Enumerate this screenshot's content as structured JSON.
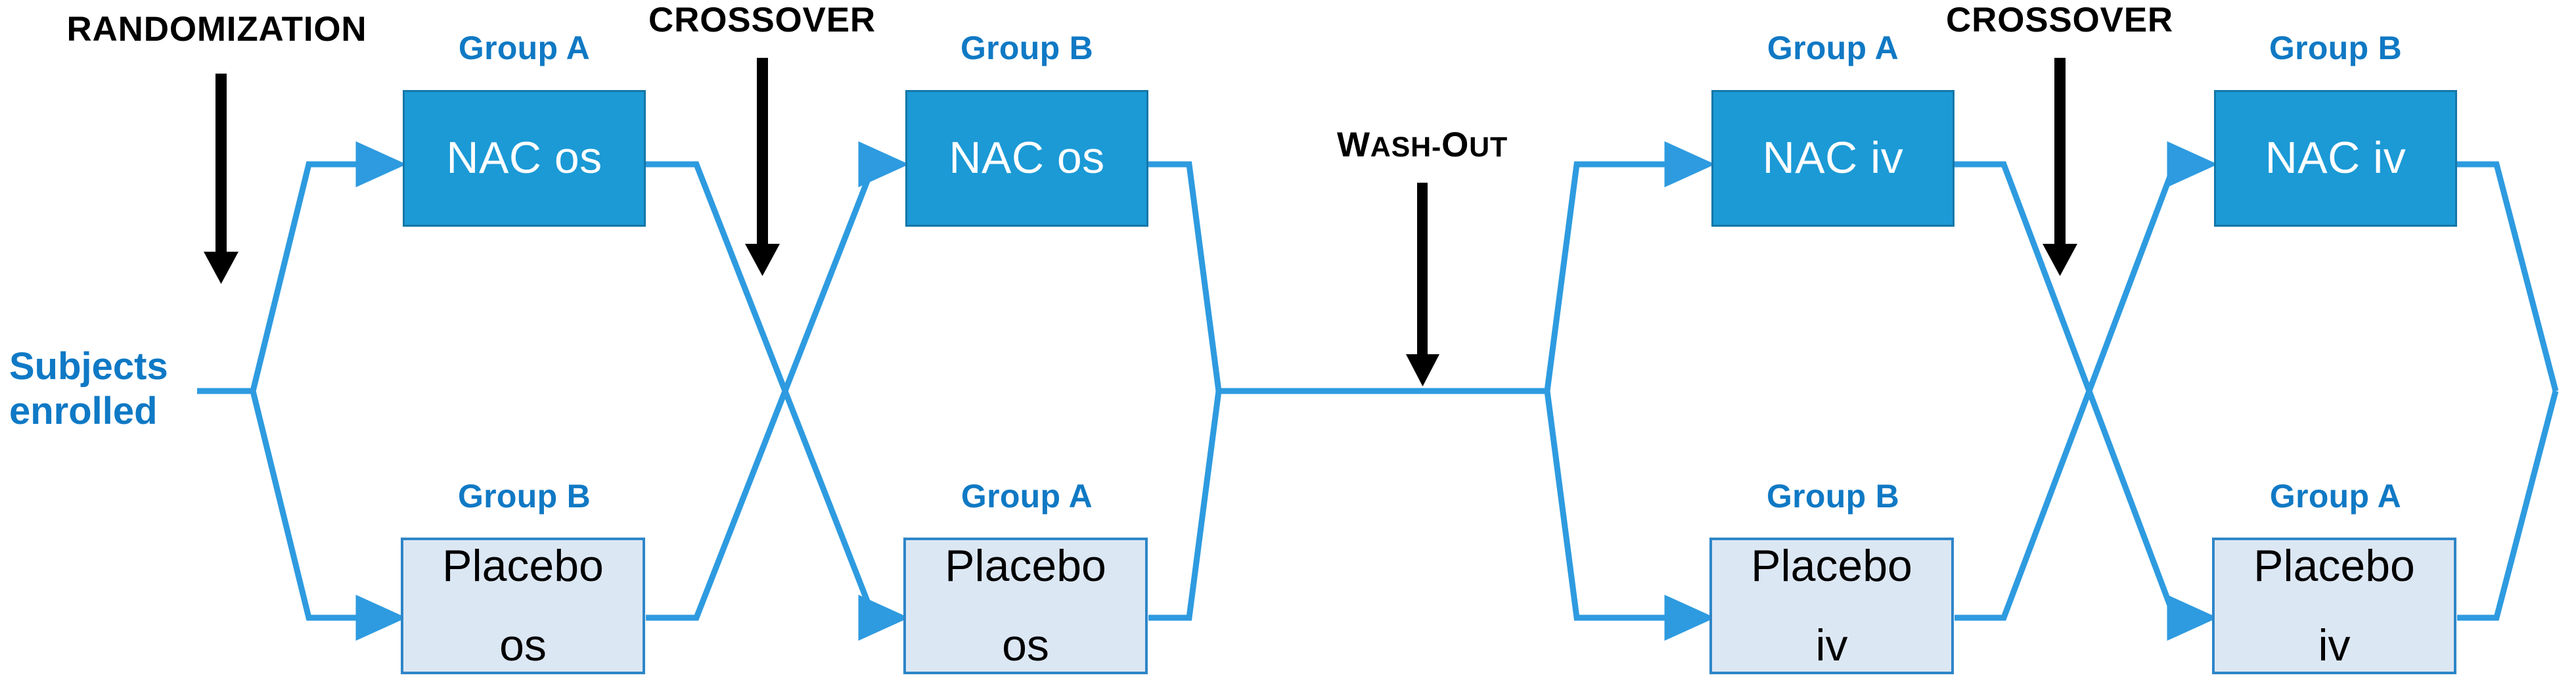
{
  "diagram": {
    "title": "Two-period two-arm crossover trial schema",
    "colors": {
      "nac_fill": "#1B9AD6",
      "nac_border": "#1577A8",
      "nac_text": "#FFFFFF",
      "placebo_fill": "#DCE7F4",
      "placebo_border": "#2E86C8",
      "placebo_text": "#000000",
      "group_label": "#1079C4",
      "connector": "#2E9BE0",
      "phase_label": "#000000",
      "enrolled_label": "#0F79C5",
      "background": "#FFFFFF"
    },
    "start_node": {
      "line1": "Subjects",
      "line2": "enrolled"
    },
    "phases": [
      {
        "name": "randomization",
        "label": "RANDOMIZATION",
        "style": "uppercase"
      },
      {
        "name": "crossover-1",
        "label": "CROSSOVER",
        "style": "uppercase"
      },
      {
        "name": "wash-out",
        "label": "WASH-OUT",
        "style": "small-caps",
        "small_caps_parts": [
          {
            "text": "W",
            "size": "big"
          },
          {
            "text": "ASH",
            "size": "small"
          },
          {
            "text": "-",
            "size": "small"
          },
          {
            "text": "O",
            "size": "big"
          },
          {
            "text": "UT",
            "size": "small"
          }
        ]
      },
      {
        "name": "crossover-2",
        "label": "CROSSOVER",
        "style": "uppercase"
      }
    ],
    "periods": [
      {
        "period": 1,
        "stage": "pre-crossover",
        "route": "os",
        "top": {
          "group": "Group A",
          "treatment": "NAC os",
          "line1": "NAC os",
          "line2": "",
          "kind": "nac"
        },
        "bottom": {
          "group": "Group B",
          "treatment": "Placebo os",
          "line1": "Placebo",
          "line2": "os",
          "kind": "placebo"
        }
      },
      {
        "period": 2,
        "stage": "post-crossover",
        "route": "os",
        "top": {
          "group": "Group B",
          "treatment": "NAC os",
          "line1": "NAC os",
          "line2": "",
          "kind": "nac"
        },
        "bottom": {
          "group": "Group A",
          "treatment": "Placebo os",
          "line1": "Placebo",
          "line2": "os",
          "kind": "placebo"
        }
      },
      {
        "period": 3,
        "stage": "pre-crossover",
        "route": "iv",
        "top": {
          "group": "Group A",
          "treatment": "NAC iv",
          "line1": "NAC iv",
          "line2": "",
          "kind": "nac"
        },
        "bottom": {
          "group": "Group B",
          "treatment": "Placebo iv",
          "line1": "Placebo",
          "line2": "iv",
          "kind": "placebo"
        }
      },
      {
        "period": 4,
        "stage": "post-crossover",
        "route": "iv",
        "top": {
          "group": "Group B",
          "treatment": "NAC iv",
          "line1": "NAC iv",
          "line2": "",
          "kind": "nac"
        },
        "bottom": {
          "group": "Group A",
          "treatment": "Placebo iv",
          "line1": "Placebo",
          "line2": "iv",
          "kind": "placebo"
        }
      }
    ]
  }
}
